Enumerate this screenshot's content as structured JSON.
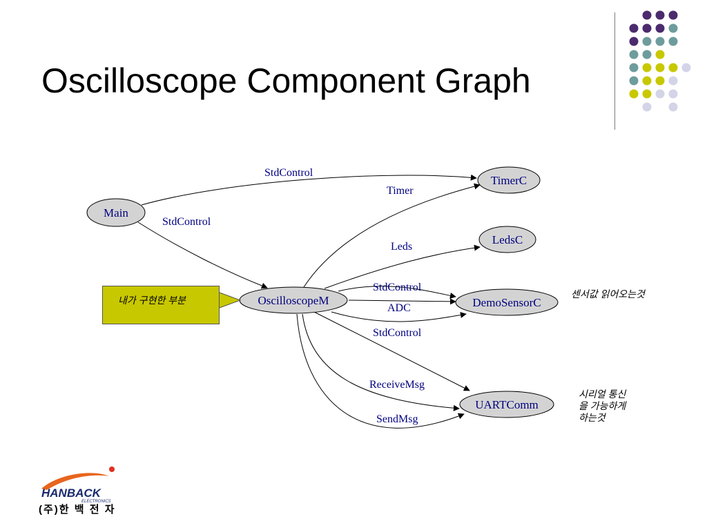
{
  "slide": {
    "title": "Oscilloscope Component Graph"
  },
  "diagram": {
    "nodes": {
      "main": "Main",
      "timer": "TimerC",
      "leds": "LedsC",
      "oscilloscope": "OscilloscopeM",
      "sensor": "DemoSensorC",
      "uart": "UARTComm"
    },
    "edges": {
      "main_timer": "StdControl",
      "main_osc": "StdControl",
      "osc_timer": "Timer",
      "osc_leds": "Leds",
      "osc_sensor_std": "StdControl",
      "osc_sensor_adc": "ADC",
      "osc_sensor_std2": "StdControl",
      "osc_uart_receive": "ReceiveMsg",
      "osc_uart_send": "SendMsg"
    }
  },
  "callout": {
    "text": "내가 구현한 부분"
  },
  "notes": {
    "sensor": "센서값 읽어오는것",
    "serial_1": "시리얼 통신",
    "serial_2": "을 가능하게",
    "serial_3": "하는것"
  },
  "logo": {
    "brand": "HANBACK",
    "sub": "ELECTRONICS",
    "company": "(주)한 백 전 자"
  },
  "colors": {
    "purple": "#4b2a6e",
    "teal": "#6e9c9c",
    "olive": "#c8c800",
    "lavender": "#d4d4e8",
    "node_fill": "#d3d3d3",
    "label_blue": "#000080",
    "logo_orange": "#e8651e"
  }
}
